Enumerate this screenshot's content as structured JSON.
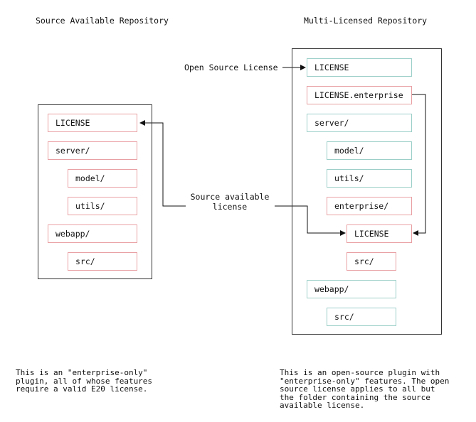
{
  "left": {
    "title": "Source Available Repository",
    "items": {
      "license": "LICENSE",
      "server": "server/",
      "model": "model/",
      "utils": "utils/",
      "webapp": "webapp/",
      "src": "src/"
    },
    "note": "This is an \"enterprise-only\"\nplugin, all of whose features\nrequire a valid E20 license."
  },
  "right": {
    "title": "Multi-Licensed Repository",
    "items": {
      "license": "LICENSE",
      "license_enterprise": "LICENSE.enterprise",
      "server": "server/",
      "model": "model/",
      "utils": "utils/",
      "enterprise": "enterprise/",
      "enterprise_license": "LICENSE",
      "src_enterprise": "src/",
      "webapp": "webapp/",
      "src": "src/"
    },
    "note": "This is an open-source plugin with\n\"enterprise-only\" features. The open\nsource license applies to all but\nthe folder containing the source\navailable license."
  },
  "labels": {
    "open_source": "Open Source License",
    "source_available_line1": "Source available",
    "source_available_line2": "license"
  },
  "colors": {
    "source_available_border": "#e9a0a4",
    "open_source_border": "#9ccfc8",
    "line": "#111111"
  }
}
